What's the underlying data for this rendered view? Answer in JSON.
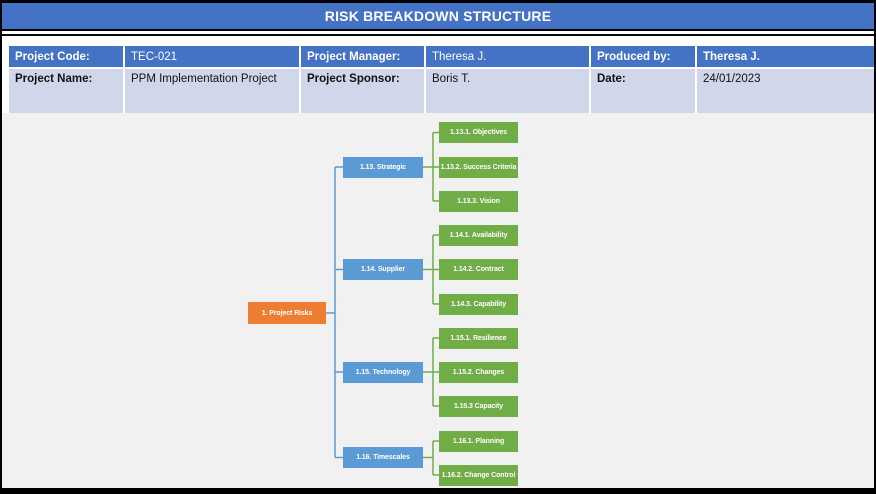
{
  "title": "RISK BREAKDOWN STRUCTURE",
  "info_table": {
    "row1": [
      "Project Code:",
      "TEC-021",
      "Project Manager:",
      "Theresa J.",
      "Produced by:",
      "Theresa J."
    ],
    "row2": [
      "Project Name:",
      "PPM Implementation Project",
      "Project Sponsor:",
      "Boris T.",
      "Date:",
      "24/01/2023"
    ]
  },
  "tree": {
    "root": "1. Project Risks",
    "branches": [
      {
        "label": "1.13. Strategic",
        "children": [
          "1.13.1. Objectives",
          "1.13.2. Success Criteria",
          "1.13.3. Vision"
        ]
      },
      {
        "label": "1.14. Supplier",
        "children": [
          "1.14.1. Availability",
          "1.14.2. Contract",
          "1.14.3. Capability"
        ]
      },
      {
        "label": "1.15. Technology",
        "children": [
          "1.15.1. Resilience",
          "1.15.2. Changes",
          "1.15.3 Capacity"
        ]
      },
      {
        "label": "1.16. Timescales",
        "children": [
          "1.16.1. Planning",
          "1.16.2. Change Control"
        ]
      }
    ]
  },
  "colors": {
    "header_blue": "#4472C4",
    "row_lavender": "#D2D6EA",
    "node_orange": "#ED7D31",
    "node_blue": "#5B9BD5",
    "node_green": "#70AD47",
    "canvas_gray": "#F1F1F2"
  }
}
